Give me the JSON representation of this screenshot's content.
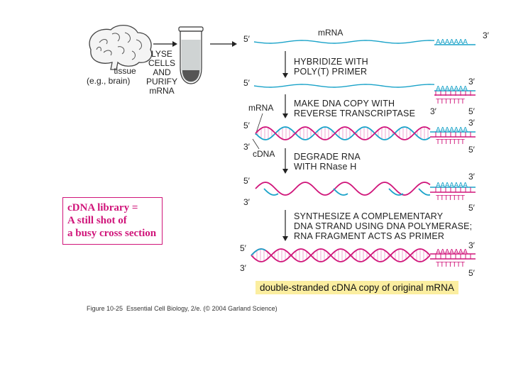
{
  "source": {
    "tissue_label": "tissue",
    "tissue_example": "(e.g., brain)",
    "process_lines": [
      "LYSE",
      "CELLS",
      "AND",
      "PURIFY",
      "mRNA"
    ]
  },
  "strands": {
    "mrna_label": "mRNA",
    "cdna_label": "cDNA",
    "polyA": "AAAAAAA",
    "polyT": "TTTTTTT",
    "five_prime": "5′",
    "three_prime": "3′"
  },
  "steps": [
    {
      "lines": [
        "HYBRIDIZE WITH",
        "POLY(T) PRIMER"
      ]
    },
    {
      "lines": [
        "MAKE DNA COPY WITH",
        "REVERSE TRANSCRIPTASE"
      ]
    },
    {
      "lines": [
        "DEGRADE RNA",
        "WITH RNase H"
      ]
    },
    {
      "lines": [
        "SYNTHESIZE A COMPLEMENTARY",
        "DNA STRAND USING DNA POLYMERASE;",
        "RNA FRAGMENT ACTS AS PRIMER"
      ]
    }
  ],
  "result_label": "double-stranded cDNA copy of original mRNA",
  "callout": {
    "lines": [
      "cDNA library =",
      "A still shot of",
      "a busy cross section"
    ]
  },
  "caption": {
    "figure": "Figure 10-25",
    "source": "Essential Cell Biology, 2/e. (© 2004 Garland Science)"
  },
  "colors": {
    "rna": "#1aa3c9",
    "dna": "#d0157a",
    "dna_light": "#ee9ccb",
    "callout": "#d0157a",
    "highlight": "#fbeea0"
  }
}
